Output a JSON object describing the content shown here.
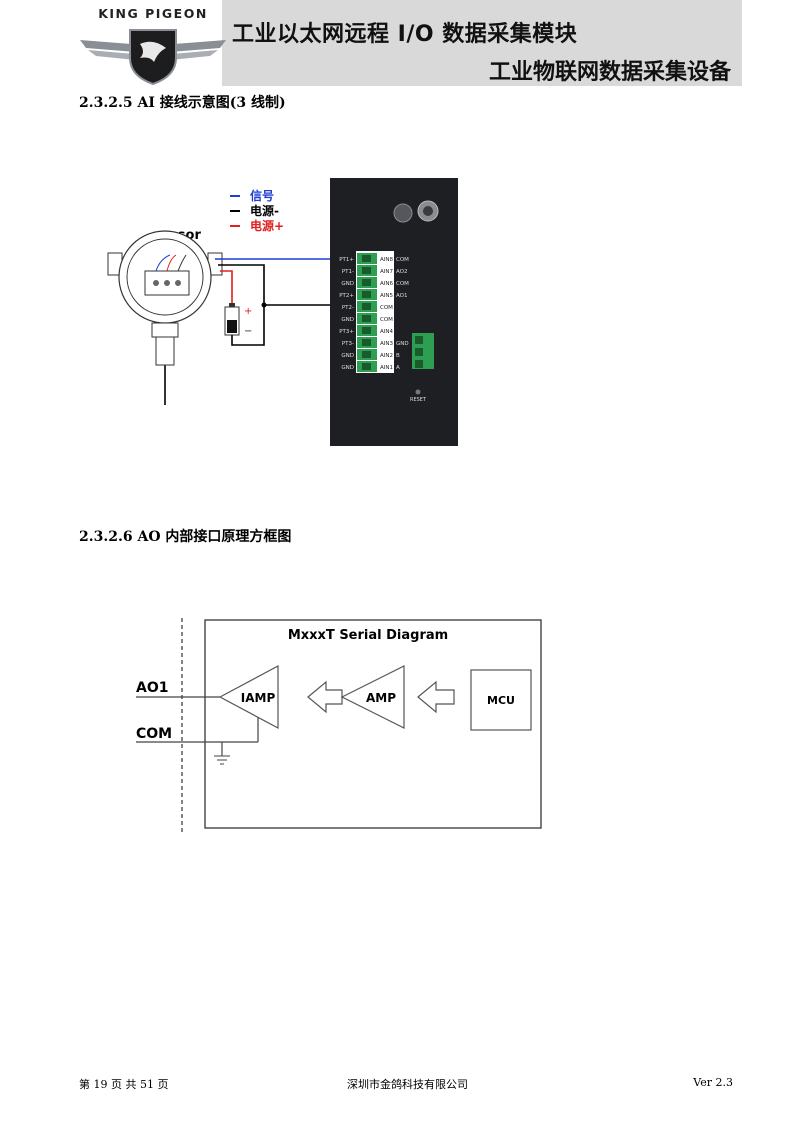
{
  "header": {
    "logo_text": "KING PIGEON",
    "title_line1": "工业以太网远程 I/O 数据采集模块",
    "title_line2": "工业物联网数据采集设备"
  },
  "section_ai": {
    "heading": "2.3.2.5   AI  接线示意图(3 线制)",
    "legend": {
      "signal": "信号",
      "power_neg": "电源-",
      "power_pos": "电源+"
    },
    "sensor_label": "sensor",
    "battery_plus": "+",
    "battery_minus": "−",
    "terminal_left_labels": [
      "PT1+",
      "PT1-",
      "GND",
      "PT2+",
      "PT2-",
      "GND",
      "PT3+",
      "PT3-",
      "GND",
      "GND"
    ],
    "terminal_inner_labels": [
      "AIN8",
      "AIN7",
      "AIN6",
      "AIN5",
      "COM",
      "COM",
      "AIN4",
      "AIN3",
      "AIN2",
      "AIN1"
    ],
    "terminal_right_labels": [
      "COM",
      "AO2",
      "COM",
      "AO1",
      "",
      "",
      "",
      "GND",
      "B",
      "A"
    ],
    "reset_label": "RESET",
    "colors": {
      "signal": "#1f3fd1",
      "power_neg": "#000000",
      "power_pos": "#e02020",
      "terminal": "#2e9e52",
      "device": "#1e1f22"
    }
  },
  "section_ao": {
    "heading": "2.3.2.6   AO 内部接口原理方框图",
    "diagram_title": "MxxxT Serial Diagram",
    "label_ao1": "AO1",
    "label_com": "COM",
    "block_iamp": "IAMP",
    "block_amp": "AMP",
    "block_mcu": "MCU"
  },
  "footer": {
    "page": "第  19  页  共  51  页",
    "company": "深圳市金鸽科技有限公司",
    "version": "Ver 2.3"
  }
}
